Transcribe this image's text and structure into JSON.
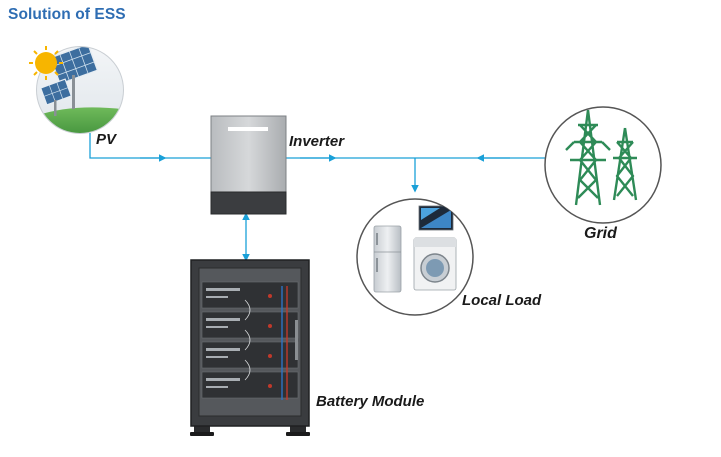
{
  "title": "Solution of ESS",
  "labels": {
    "pv": "PV",
    "inverter": "Inverter",
    "grid": "Grid",
    "local_load": "Local Load",
    "battery": "Battery Module"
  },
  "colors": {
    "title": "#2e6db3",
    "line": "#1aa0d8",
    "pylon": "#2e8b57",
    "text": "#1a1a1a"
  },
  "icons": {
    "pv": "solar-panel-icon",
    "inverter": "inverter-icon",
    "grid": "power-pylon-icon",
    "load": "home-appliances-icon",
    "battery": "battery-rack-icon"
  }
}
